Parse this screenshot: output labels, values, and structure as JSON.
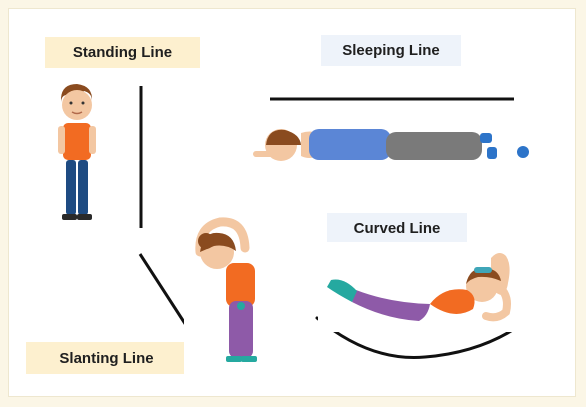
{
  "labels": {
    "standing": "Standing Line",
    "sleeping": "Sleeping Line",
    "curved": "Curved Line",
    "slanting": "Slanting Line"
  },
  "colors": {
    "page_background": "#fbf6e6",
    "label_warm": "#fdf0cf",
    "label_cool": "#eef3fa",
    "line": "#111111",
    "shirt": "#f26b22",
    "pants_sleeping": "#7a7a7a",
    "shirt_sleeping": "#5b86d6",
    "pants_stretch": "#8e5aa8",
    "skin": "#f2c6a0"
  },
  "icons": {
    "standing": "boy-standing-icon",
    "sleeping": "boy-lying-icon",
    "slanting": "girl-side-bend-icon",
    "curved": "girl-superman-icon"
  }
}
